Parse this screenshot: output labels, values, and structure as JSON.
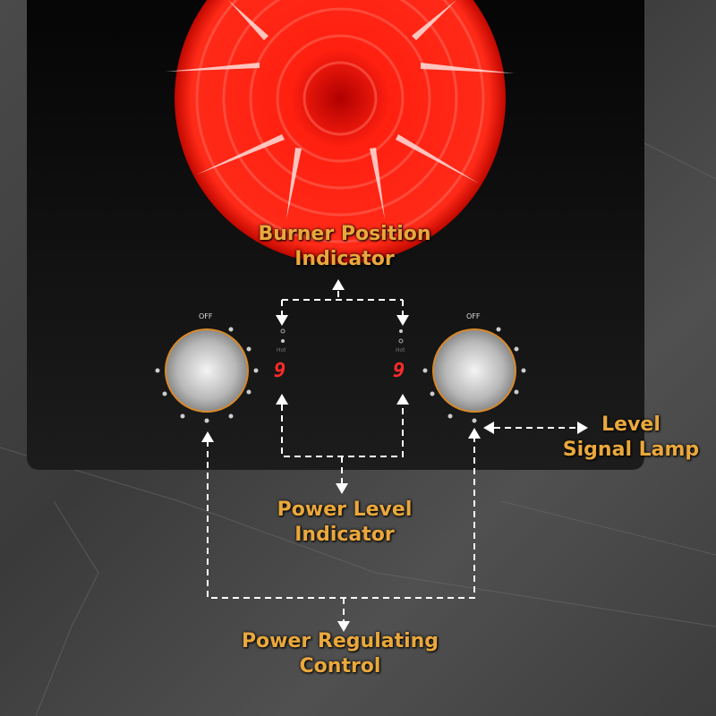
{
  "labels": {
    "burner_position": [
      "Burner Position",
      "Indicator"
    ],
    "power_level": [
      "Power Level",
      "Indicator"
    ],
    "level_signal": [
      "Level",
      "Signal Lamp"
    ],
    "power_regulating": [
      "Power Regulating",
      "Control"
    ]
  },
  "knobs": [
    {
      "off_label": "OFF"
    },
    {
      "off_label": "OFF"
    }
  ],
  "displays": [
    {
      "digit": "9",
      "hot_label": "Hot"
    },
    {
      "digit": "9",
      "hot_label": "Hot"
    }
  ],
  "colors": {
    "label": "#eaa83c",
    "burner": "#ff1a10",
    "digit": "#ff2a2a",
    "panel": "#0c0c0c"
  }
}
